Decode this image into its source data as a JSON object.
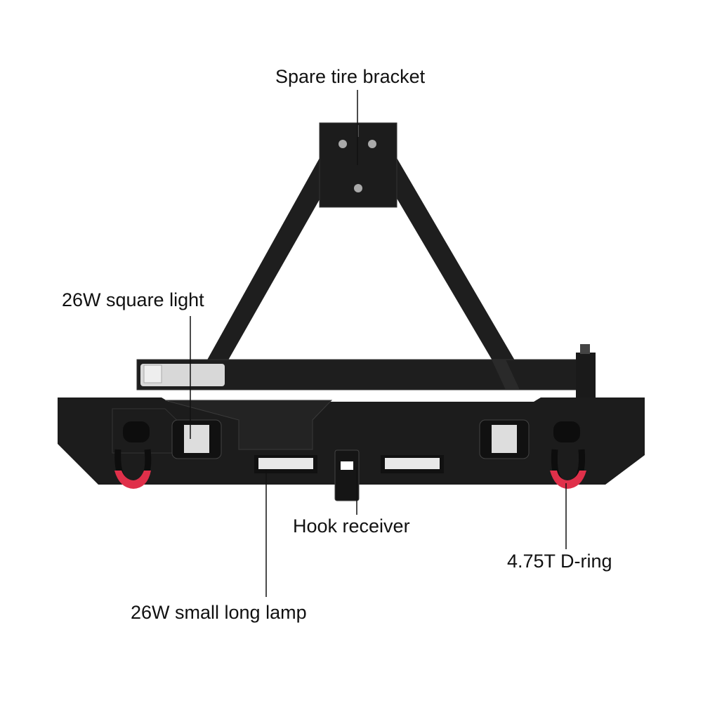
{
  "labels": {
    "spare_tire_bracket": "Spare tire bracket",
    "square_light": "26W square light",
    "hook_receiver": "Hook receiver",
    "d_ring": "4.75T D-ring",
    "small_long_lamp": "26W small long lamp"
  },
  "colors": {
    "steel": "#1c1c1c",
    "steel_edge": "#2e2e2e",
    "d_ring_cap": "#e0304a",
    "hinge": "#d8d8d8"
  }
}
